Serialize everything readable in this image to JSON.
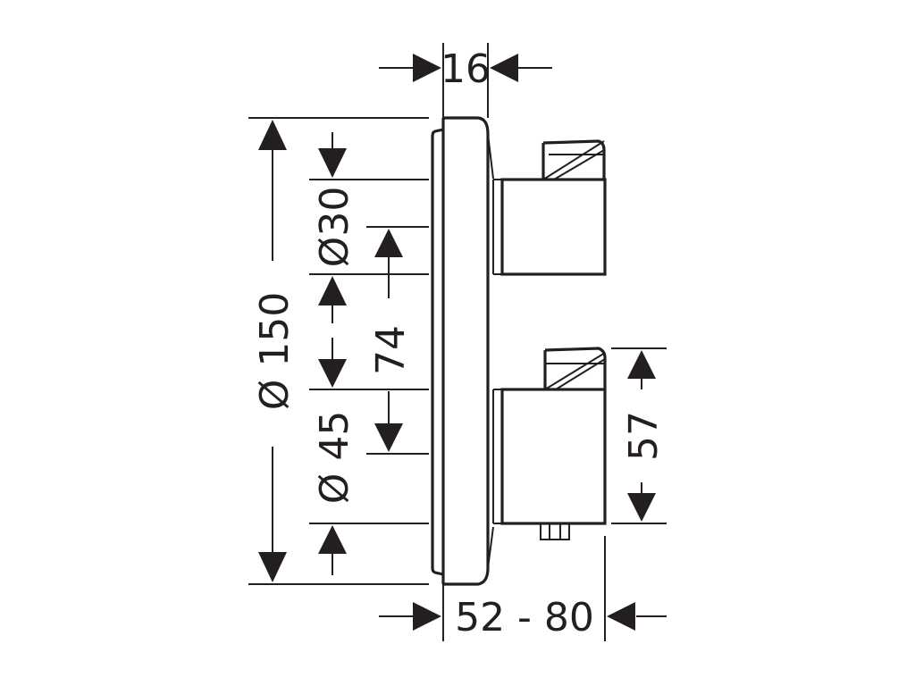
{
  "dimensions": {
    "plate_thickness": "16",
    "plate_diameter": "Ø 150",
    "knob_top_diameter": "Ø30",
    "knob_spacing": "74",
    "knob_bottom_diameter": "Ø 45",
    "knob_bottom_depth": "57",
    "install_depth": "52 - 80"
  },
  "colors": {
    "ink": "#231f20",
    "background": "#ffffff"
  }
}
